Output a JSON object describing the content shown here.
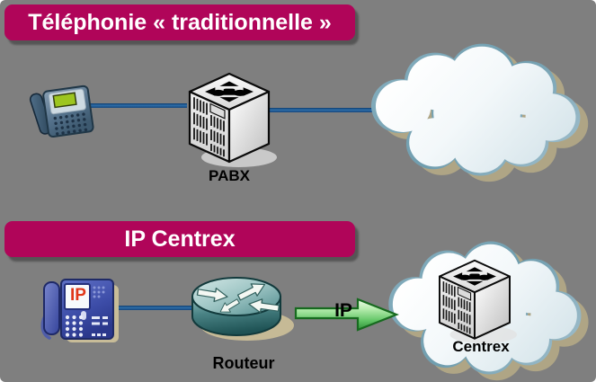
{
  "title_banners": {
    "traditional": "Téléphonie « traditionnelle »",
    "ip_centrex": "IP Centrex"
  },
  "nodes": {
    "pabx_label": "PABX",
    "router_label": "Routeur",
    "centrex_label": "Centrex"
  },
  "arrow": {
    "label": "IP"
  },
  "ip_phone": {
    "screen_text": "IP"
  },
  "icons": {
    "desk_phone": "analog-desk-phone-icon",
    "ip_phone": "ip-desk-phone-icon",
    "pabx": "pabx-switch-cube-icon",
    "centrex": "centrex-switch-cube-icon",
    "router": "router-cylinder-icon",
    "cloud_top": "network-cloud-icon",
    "cloud_bottom": "network-cloud-icon",
    "ip_arrow": "green-right-arrow-icon"
  },
  "colors": {
    "background": "#7F7F7F",
    "banner": "#B00559",
    "banner_text": "#FFFFFF",
    "connection_line": "#1A5796",
    "arrow_green": "#62C566",
    "arrow_border": "#176A1F",
    "label_text": "#000000",
    "ip_screen_text": "#E0371A"
  }
}
